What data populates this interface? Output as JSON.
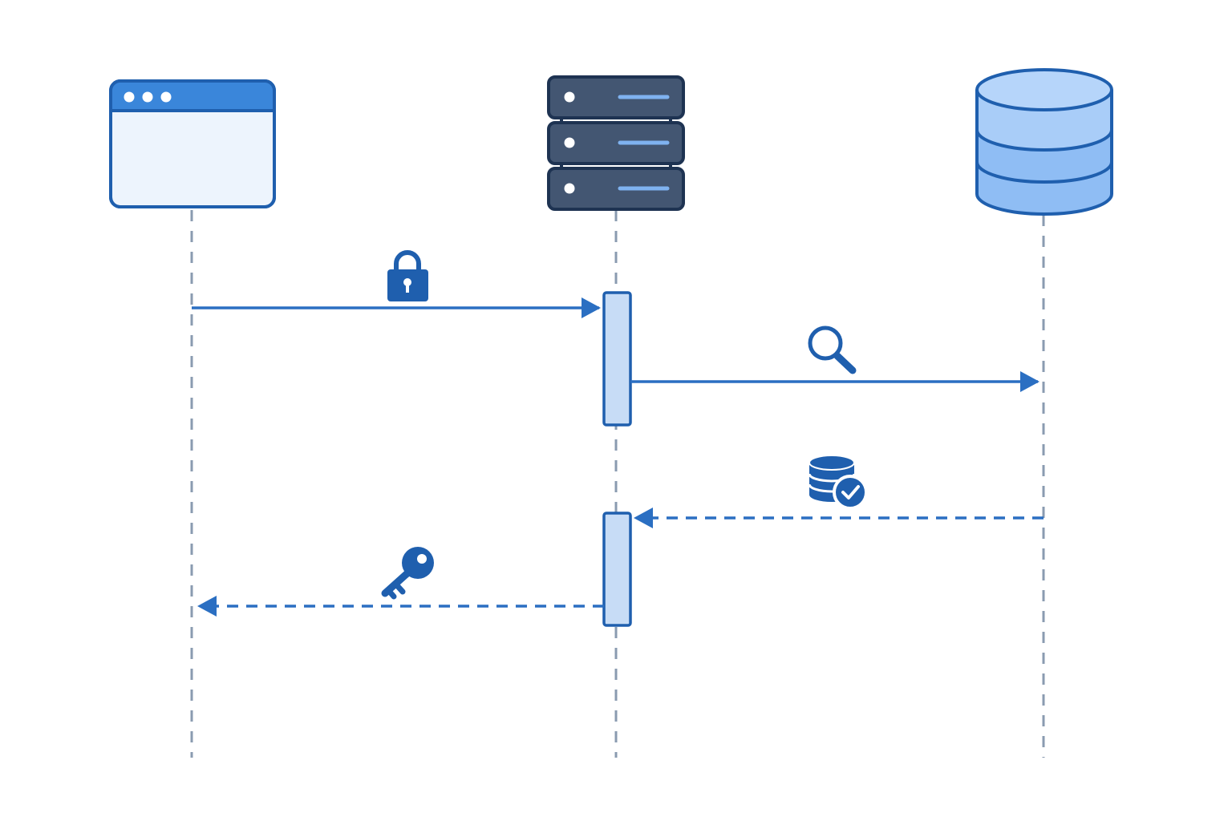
{
  "diagram": {
    "type": "sequence-diagram",
    "colors": {
      "background": "#ffffff",
      "primary": "#1f5fae",
      "arrow": "#2b6fc2",
      "lifeline": "#8a9bb0",
      "activation_fill": "#c7dcf6",
      "browser_titlebar": "#3a86da",
      "browser_body": "#edf4fd",
      "server_fill": "#435672",
      "server_outline": "#1e3352",
      "server_slot": "#7fb2f0",
      "db_fill_light": "#a9cdf8",
      "db_fill_mid": "#8fbdf4",
      "db_outline": "#1f5fae"
    },
    "participants": [
      {
        "id": "client",
        "icon": "browser-window-icon"
      },
      {
        "id": "server",
        "icon": "server-rack-icon"
      },
      {
        "id": "database",
        "icon": "database-icon"
      }
    ],
    "messages": [
      {
        "from": "client",
        "to": "server",
        "style": "solid",
        "icon": "lock-icon"
      },
      {
        "from": "server",
        "to": "database",
        "style": "solid",
        "icon": "search-icon"
      },
      {
        "from": "database",
        "to": "server",
        "style": "dashed",
        "icon": "database-check-icon"
      },
      {
        "from": "server",
        "to": "client",
        "style": "dashed",
        "icon": "key-icon"
      }
    ],
    "activations": [
      {
        "participant": "server",
        "covers": "request-and-query"
      },
      {
        "participant": "server",
        "covers": "result-and-response"
      }
    ]
  }
}
